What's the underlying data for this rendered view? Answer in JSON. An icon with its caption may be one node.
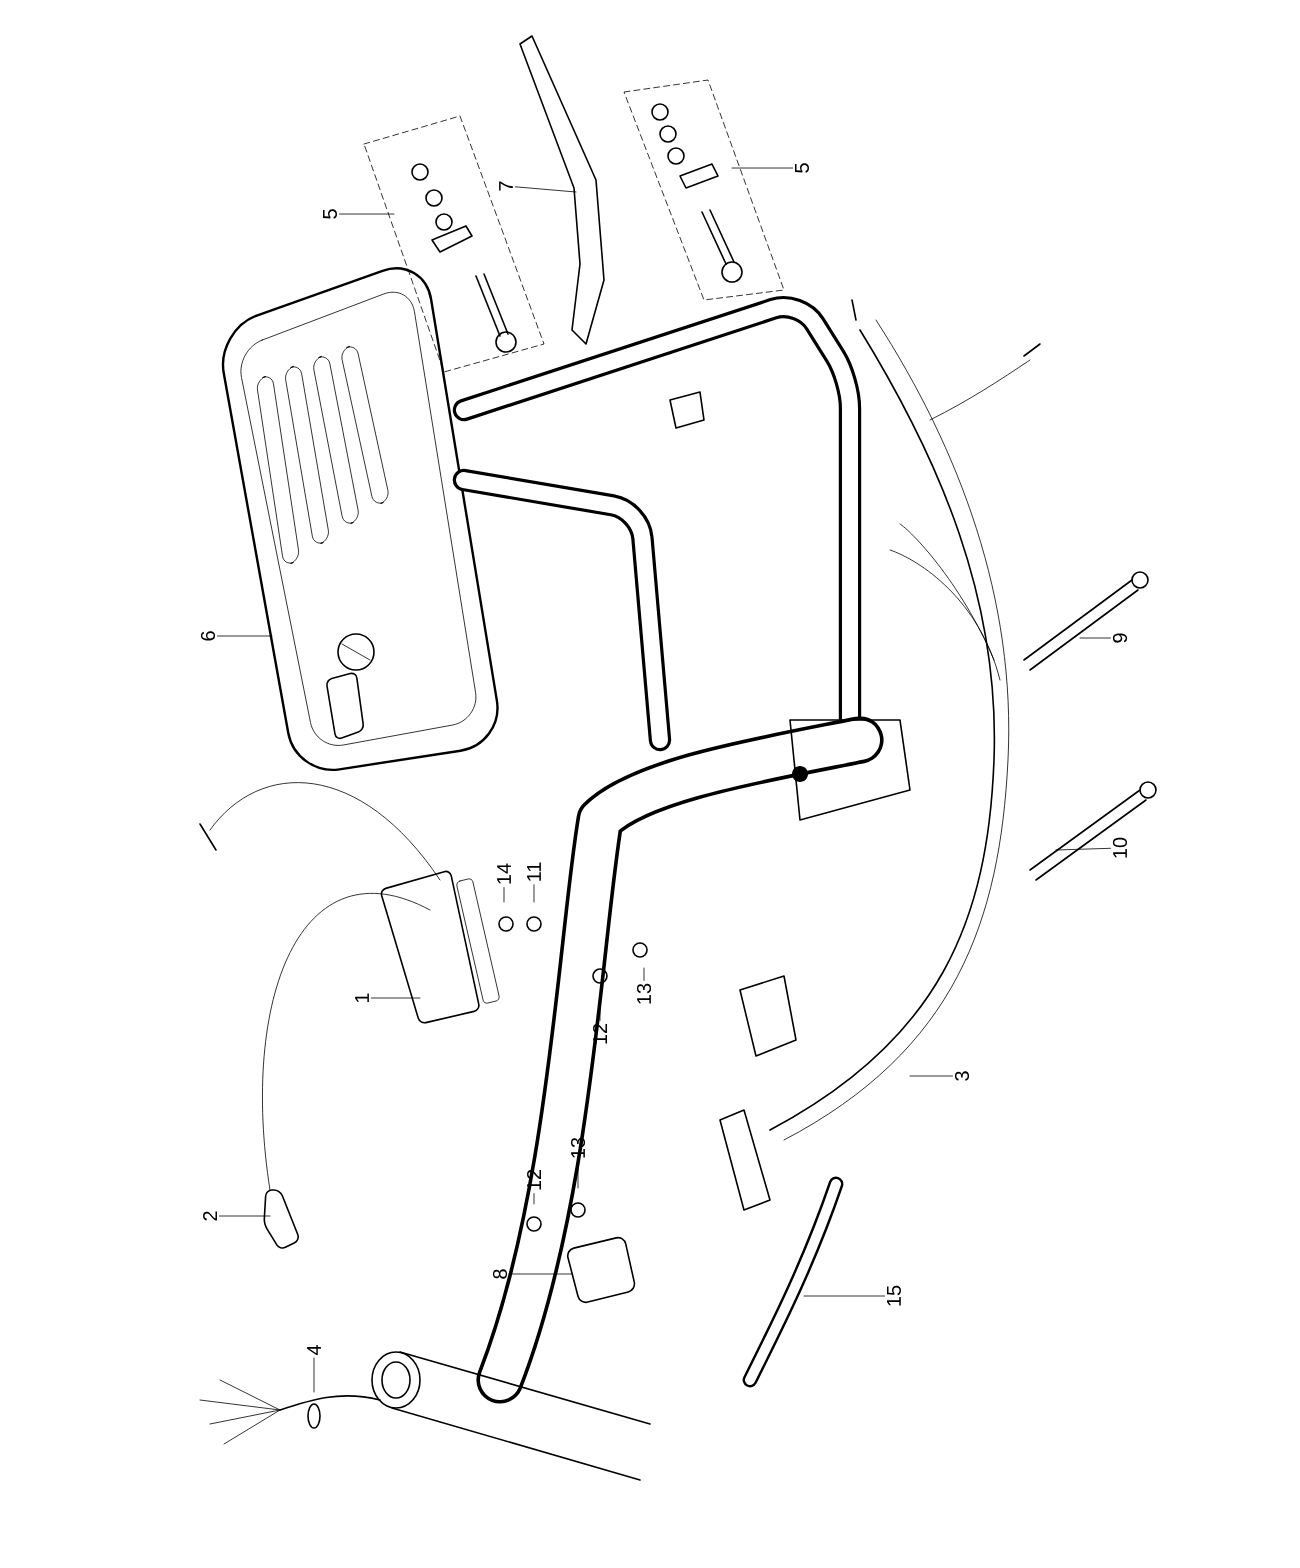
{
  "diagram": {
    "nodes": [
      {
        "text": [
          "5"
        ]
      },
      {
        "text": [
          "7"
        ]
      },
      {
        "text": [
          "5"
        ]
      },
      {
        "text": [
          "6"
        ]
      },
      {
        "text": [
          "14"
        ]
      },
      {
        "text": [
          "11"
        ]
      },
      {
        "text": [
          "1"
        ]
      },
      {
        "text": [
          "13"
        ]
      },
      {
        "text": [
          "12"
        ]
      },
      {
        "text": [
          "9"
        ]
      },
      {
        "text": [
          "10"
        ]
      },
      {
        "text": [
          "3"
        ]
      },
      {
        "text": [
          "13"
        ]
      },
      {
        "text": [
          "12"
        ]
      },
      {
        "text": [
          "2"
        ]
      },
      {
        "text": [
          "8"
        ]
      },
      {
        "text": [
          "15"
        ]
      },
      {
        "text": [
          "4"
        ]
      }
    ],
    "edges": [
      {
        "from": 0,
        "to": null,
        "arrow": "none"
      },
      {
        "from": 1,
        "to": null,
        "arrow": "none"
      },
      {
        "from": 2,
        "to": null,
        "arrow": "none"
      },
      {
        "from": 3,
        "to": null,
        "arrow": "none"
      },
      {
        "from": 4,
        "to": null,
        "arrow": "none"
      },
      {
        "from": 5,
        "to": null,
        "arrow": "none"
      },
      {
        "from": 6,
        "to": null,
        "arrow": "none"
      },
      {
        "from": 7,
        "to": null,
        "arrow": "none"
      },
      {
        "from": 8,
        "to": null,
        "arrow": "none"
      },
      {
        "from": 9,
        "to": null,
        "arrow": "none"
      },
      {
        "from": 10,
        "to": null,
        "arrow": "none"
      },
      {
        "from": 11,
        "to": null,
        "arrow": "none"
      },
      {
        "from": 12,
        "to": null,
        "arrow": "none"
      },
      {
        "from": 13,
        "to": null,
        "arrow": "none"
      },
      {
        "from": 14,
        "to": null,
        "arrow": "none"
      },
      {
        "from": 15,
        "to": null,
        "arrow": "none"
      },
      {
        "from": 16,
        "to": null,
        "arrow": "none"
      },
      {
        "from": 17,
        "to": null,
        "arrow": "none"
      }
    ]
  }
}
